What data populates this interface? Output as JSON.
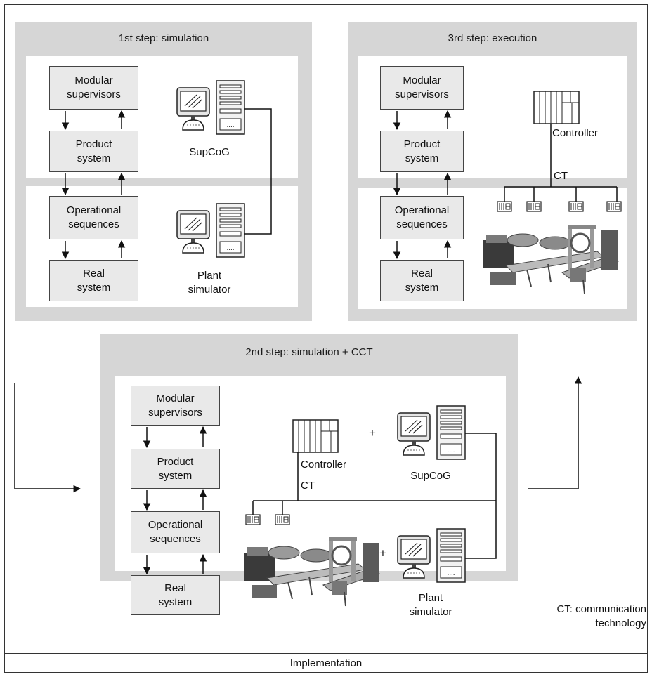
{
  "panels": {
    "step1": {
      "title": "1st step: simulation",
      "boxes": [
        "Modular\nsupervisors",
        "Product\nsystem",
        "Operational\nsequences",
        "Real\nsystem"
      ],
      "computer_labels": [
        "SupCoG",
        "Plant\nsimulator"
      ]
    },
    "step3": {
      "title": "3rd step: execution",
      "boxes": [
        "Modular\nsupervisors",
        "Product\nsystem",
        "Operational\nsequences",
        "Real\nsystem"
      ],
      "controller_label": "Controller",
      "ct_label": "CT"
    },
    "step2": {
      "title": "2nd step: simulation + CCT",
      "boxes": [
        "Modular\nsupervisors",
        "Product\nsystem",
        "Operational\nsequences",
        "Real\nsystem"
      ],
      "controller_label": "Controller",
      "ct_label": "CT",
      "computer_labels": [
        "SupCoG",
        "Plant\nsimulator"
      ],
      "plus_signs": [
        "+",
        "+"
      ]
    }
  },
  "footnote": "CT: communication\ntechnology",
  "footer": "Implementation"
}
